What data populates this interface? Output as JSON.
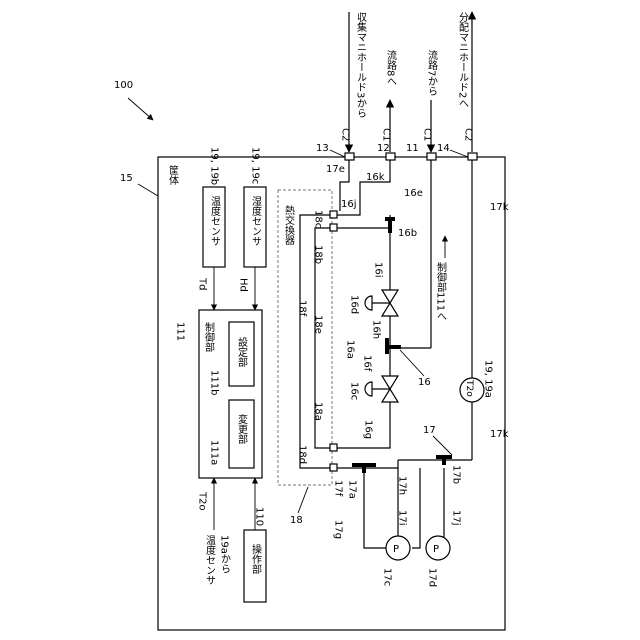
{
  "figure": {
    "number": "100",
    "housing": {
      "ref": "15",
      "label": "筐体"
    },
    "temp_sensor_b": {
      "ref": "19, 19b",
      "label": "温度センサ",
      "signal": "Td"
    },
    "humidity_sensor": {
      "ref": "19, 19c",
      "label": "湿度センサ",
      "signal": "Hd"
    },
    "controller": {
      "ref": "111",
      "label": "制御部"
    },
    "setting_unit": {
      "ref": "111b",
      "label": "設定部"
    },
    "changing_unit": {
      "ref": "111a",
      "label": "変更部"
    },
    "operation_unit": {
      "ref": "110",
      "label": "操作部"
    },
    "temp_input": {
      "signal": "T2o",
      "label": "温度センサ",
      "source": "19aから"
    },
    "heat_exchanger": {
      "ref": "18",
      "label": "熱交換器"
    },
    "external_ports": [
      {
        "code": "C2",
        "ref": "13",
        "label": "収集マニホールド3から"
      },
      {
        "code": "C1",
        "ref": "12",
        "label": "流路8へ"
      },
      {
        "code": "C1",
        "ref": "11",
        "label": "流路7から"
      },
      {
        "code": "C2",
        "ref": "14",
        "label": "分配マニホールド2へ"
      }
    ],
    "to_controller": "制御部111へ",
    "temp_sensor_a": {
      "signal": "T2o",
      "ref": "19, 19a"
    },
    "circuit_refs": [
      "16",
      "17"
    ],
    "pumps": [
      {
        "ref": "17c",
        "symbol": "P"
      },
      {
        "ref": "17d",
        "symbol": "P"
      }
    ],
    "pipe_refs": [
      "17e",
      "16k",
      "16e",
      "16j",
      "16b",
      "16i",
      "16d",
      "16h",
      "16a",
      "16f",
      "16c",
      "16g",
      "17k",
      "17f",
      "17a",
      "17b",
      "17g",
      "17h",
      "17i",
      "17j",
      "18a",
      "18b",
      "18c",
      "18d",
      "18e",
      "18f"
    ]
  }
}
